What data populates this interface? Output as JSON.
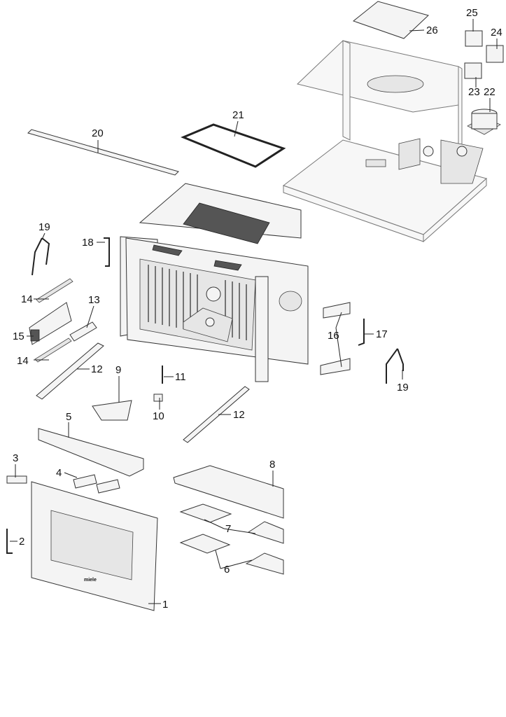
{
  "labels": [
    "1",
    "2",
    "3",
    "4",
    "5",
    "6",
    "7",
    "8",
    "9",
    "10",
    "11",
    "12",
    "12",
    "13",
    "14",
    "14",
    "15",
    "16",
    "17",
    "18",
    "19",
    "19",
    "20",
    "21",
    "22",
    "23",
    "24",
    "25",
    "26"
  ],
  "door_brand": "miele"
}
